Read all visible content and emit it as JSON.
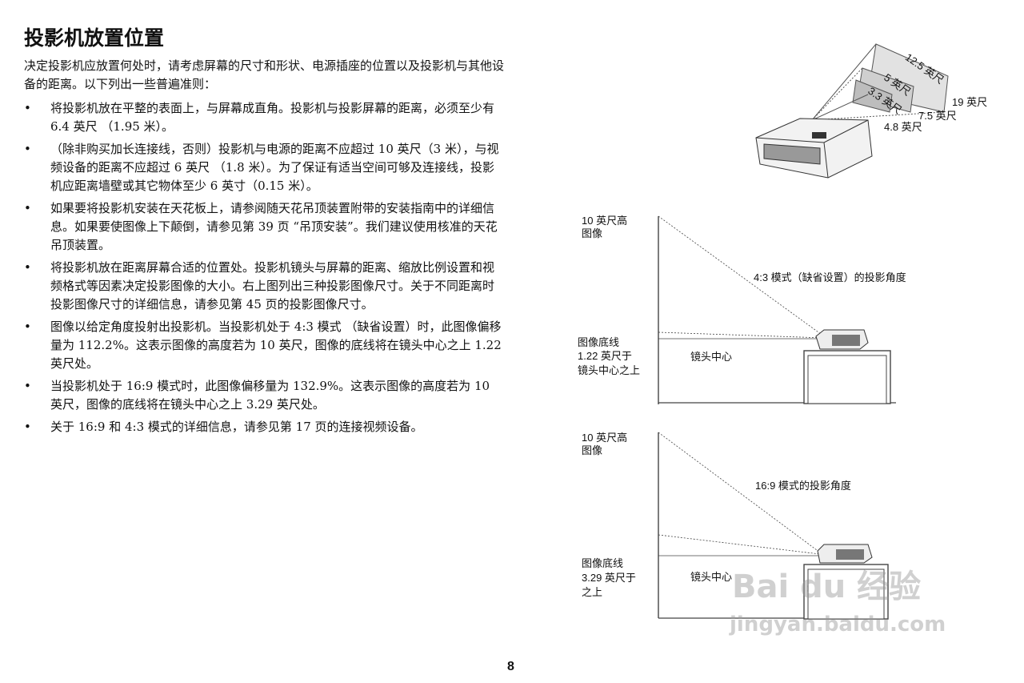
{
  "title": "投影机放置位置",
  "intro": "决定投影机应放置何处时，请考虑屏幕的尺寸和形状、电源插座的位置以及投影机与其他设备的距离。以下列出一些普遍准则：",
  "bullets": [
    "将投影机放在平整的表面上，与屏幕成直角。投影机与投影屏幕的距离，必须至少有 6.4 英尺 （1.95 米）。",
    "（除非购买加长连接线，否则）投影机与电源的距离不应超过 10 英尺（3 米），与视频设备的距离不应超过 6 英尺 （1.8 米）。为了保证有适当空间可够及连接线，投影机应距离墙壁或其它物体至少 6 英寸（0.15 米）。",
    "如果要将投影机安装在天花板上，请参阅随天花吊顶装置附带的安装指南中的详细信息。如果要使图像上下颠倒，请参见第 39 页 “吊顶安装”。我们建议使用核准的天花吊顶装置。",
    "将投影机放在距离屏幕合适的位置处。投影机镜头与屏幕的距离、缩放比例设置和视频格式等因素决定投影图像的大小。右上图列出三种投影图像尺寸。关于不同距离时投影图像尺寸的详细信息，请参见第 45 页的投影图像尺寸。",
    "图像以给定角度投射出投影机。当投影机处于 4:3 模式 （缺省设置）时，此图像偏移量为 112.2%。这表示图像的高度若为 10 英尺，图像的底线将在镜头中心之上 1.22 英尺处。",
    "当投影机处于 16:9 模式时，此图像偏移量为 132.9%。这表示图像的高度若为 10 英尺，图像的底线将在镜头中心之上 3.29 英尺处。",
    "关于 16:9 和 4:3 模式的详细信息，请参见第 17 页的连接视频设备。"
  ],
  "bullet_char": "•",
  "top_diagram": {
    "screen_sizes": [
      "12.5 英尺",
      "5 英尺",
      "3.3 英尺"
    ],
    "distances": [
      "19 英尺",
      "7.5 英尺",
      "4.8 英尺"
    ]
  },
  "diagram1": {
    "height_label_1": "10 英尺高",
    "height_label_2": "图像",
    "angle_label": "4:3 模式（缺省设置）的投影角度",
    "bottom_label_1": "图像底线",
    "bottom_label_2": "1.22 英尺于",
    "bottom_label_3": "镜头中心之上",
    "lens_label": "镜头中心"
  },
  "diagram2": {
    "height_label_1": "10 英尺高",
    "height_label_2": "图像",
    "angle_label": "16:9 模式的投影角度",
    "bottom_label_1": "图像底线",
    "bottom_label_2": "3.29 英尺于",
    "bottom_label_3": "之上",
    "lens_label": "镜头中心"
  },
  "watermark": {
    "logo": "Bai du 经验",
    "url": "jingyan.baidu.com"
  },
  "page_number": "8"
}
